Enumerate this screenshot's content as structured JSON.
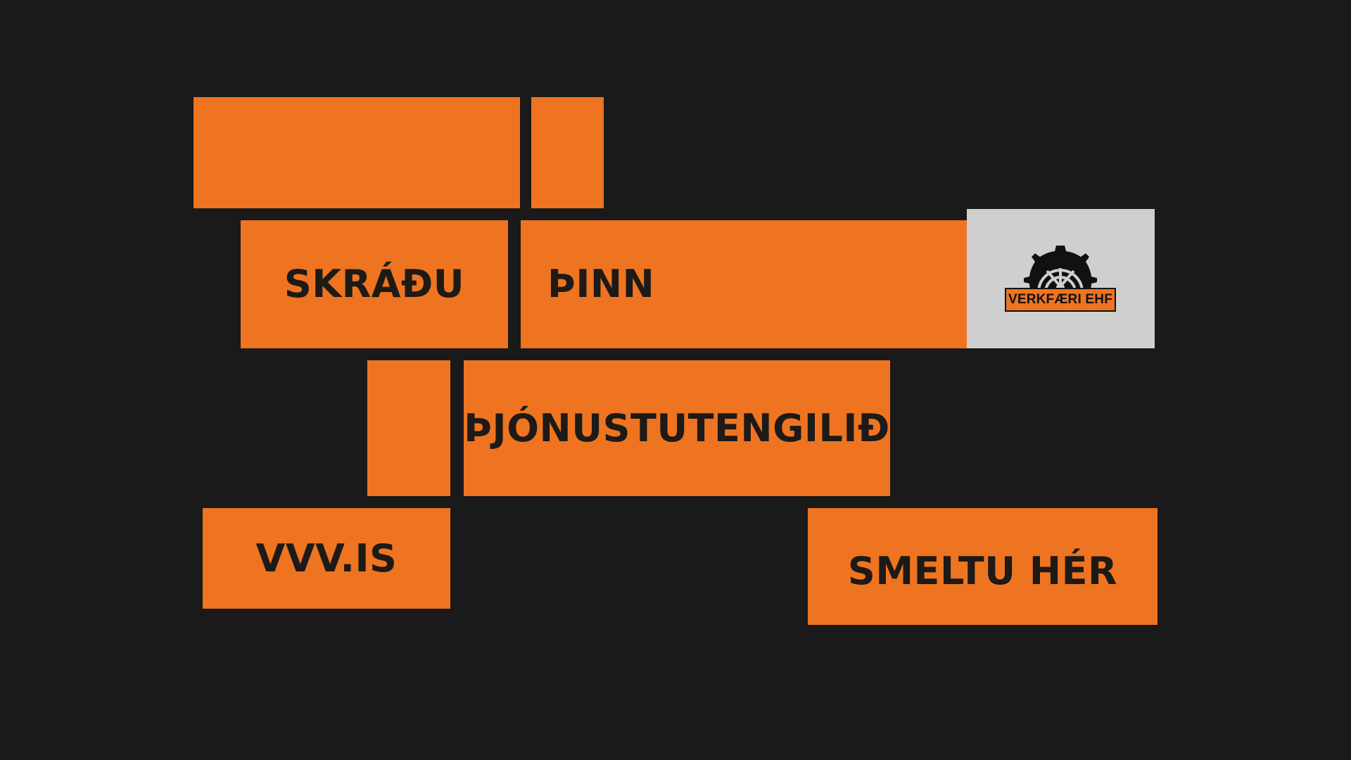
{
  "colors": {
    "background": "#1a1a1a",
    "accent": "#ee7421",
    "text": "#1d1a17",
    "logo_panel": "#d0cfcf"
  },
  "blocks": {
    "word1": "SKRÁÐU",
    "word2": "ÞINN",
    "word3": "ÞJÓNUSTUTENGILIÐ",
    "url": "VVV.IS",
    "cta": "SMELTU HÉR"
  },
  "logo": {
    "icon": "gear-wheel-icon",
    "name": "VERKFÆRI EHF"
  }
}
